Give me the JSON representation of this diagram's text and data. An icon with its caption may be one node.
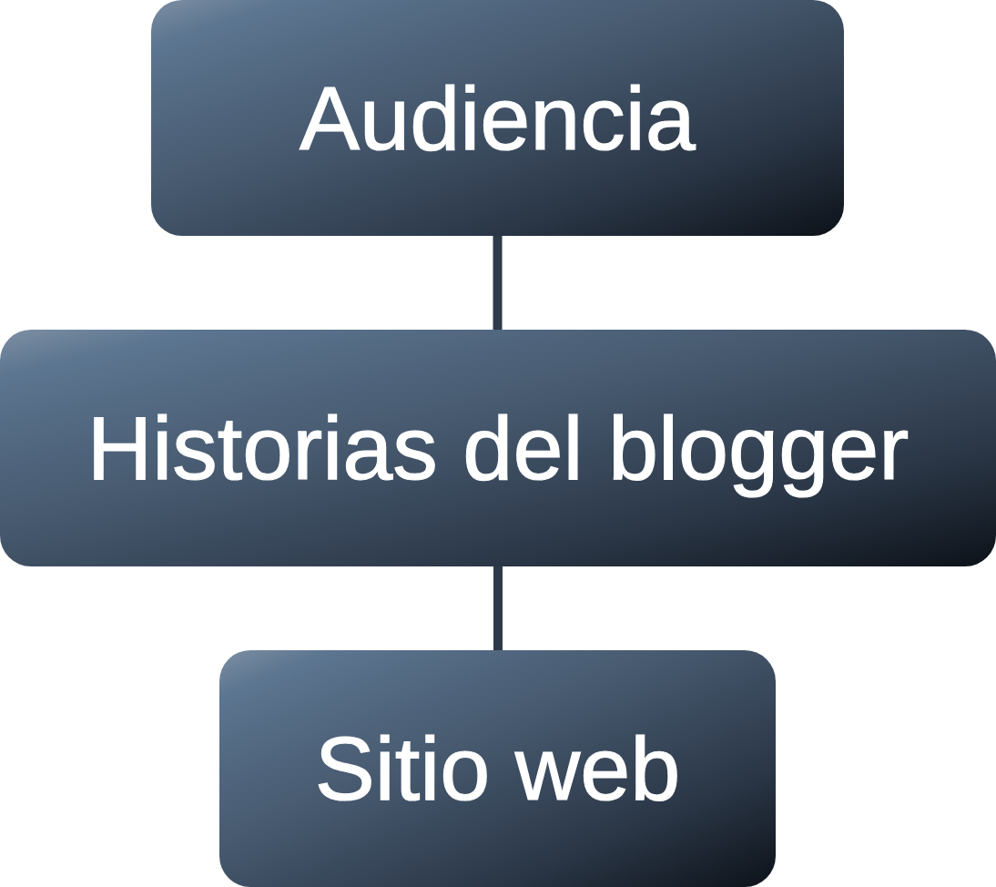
{
  "diagram": {
    "nodes": [
      {
        "text": [
          "Audiencia"
        ]
      },
      {
        "text": [
          "Historias del blogger"
        ]
      },
      {
        "text": [
          "Sitio web"
        ]
      }
    ],
    "edges": [
      {
        "from": 0,
        "to": 1,
        "arrow": "none"
      },
      {
        "from": 1,
        "to": 2,
        "arrow": "none"
      }
    ]
  }
}
